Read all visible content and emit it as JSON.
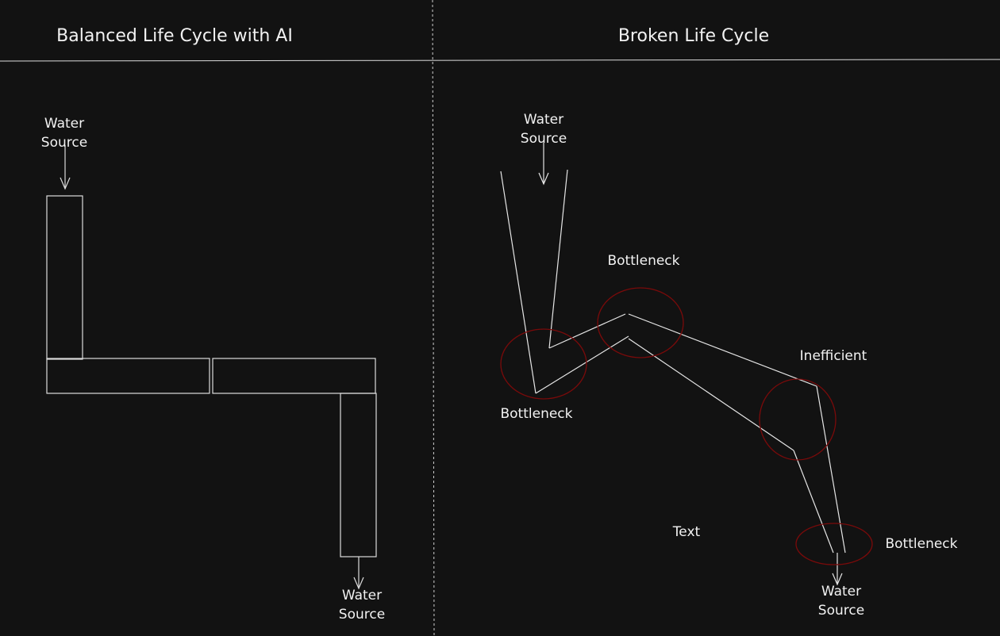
{
  "left_panel": {
    "title": "Balanced Life Cycle with AI",
    "source_top": {
      "line1": "Water",
      "line2": "Source"
    },
    "source_bottom": {
      "line1": "Water",
      "line2": "Source"
    }
  },
  "right_panel": {
    "title": "Broken Life Cycle",
    "source_top": {
      "line1": "Water",
      "line2": "Source"
    },
    "source_bottom": {
      "line1": "Water",
      "line2": "Source"
    },
    "labels": {
      "bottleneck_1": "Bottleneck",
      "bottleneck_2": "Bottleneck",
      "inefficient": "Inefficient",
      "bottleneck_3": "Bottleneck",
      "text": "Text"
    }
  },
  "colors": {
    "background": "#121212",
    "stroke": "#e6e6e6",
    "highlight": "#7a0a0a"
  }
}
